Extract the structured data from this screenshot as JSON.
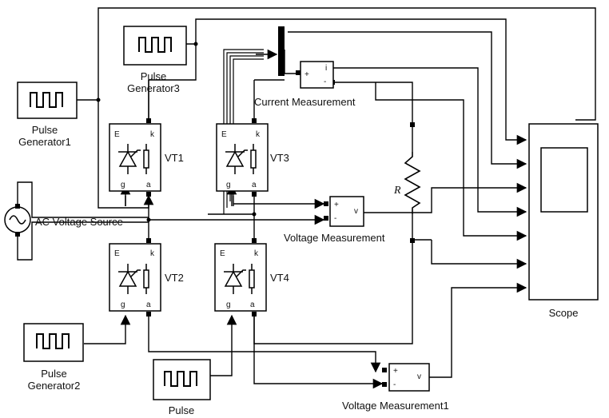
{
  "blocks": {
    "pulse_generator1": "Pulse\nGenerator1",
    "pulse_generator2": "Pulse\nGenerator2",
    "pulse_generator3": "Pulse\nGenerator3",
    "pulse": "Pulse",
    "vt1": "VT1",
    "vt2": "VT2",
    "vt3": "VT3",
    "vt4": "VT4",
    "ac_source": "AC Voltage Source",
    "current_measurement": "Current Measurement",
    "voltage_measurement": "Voltage Measurement",
    "voltage_measurement1": "Voltage Measurement1",
    "resistor": "R",
    "scope": "Scope"
  },
  "port_labels": {
    "gate": "g",
    "anode": "a",
    "emitter": "E",
    "cathode": "k",
    "plus": "+",
    "minus": "-",
    "current_out": "i",
    "voltage_out": "v"
  }
}
